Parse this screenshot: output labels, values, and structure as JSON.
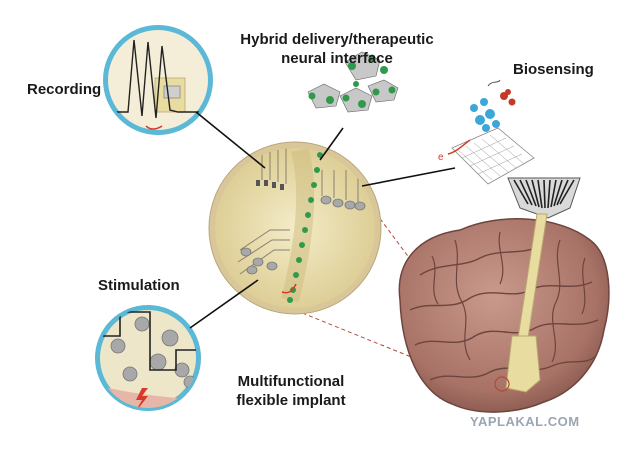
{
  "labels": {
    "recording": "Recording",
    "hybrid_line1": "Hybrid delivery/therapeutic",
    "hybrid_line2": "neural interface",
    "biosensing": "Biosensing",
    "stimulation": "Stimulation",
    "implant_line1": "Multifunctional",
    "implant_line2": "flexible implant"
  },
  "watermark": "YAPLAKAL.COM",
  "colors": {
    "lens_ring": "#5bb8d6",
    "implant": "#e8dca0",
    "brain": "#b98679",
    "electrode_pad": "#a8a8a8",
    "nanoparticle": "#2f9a4a",
    "signal_arrow": "#d63a2a",
    "callout_line": "#111111",
    "dashed_line": "#b04a3a"
  },
  "icons": [
    "lightning-bolt-icon",
    "arrow-icon"
  ]
}
